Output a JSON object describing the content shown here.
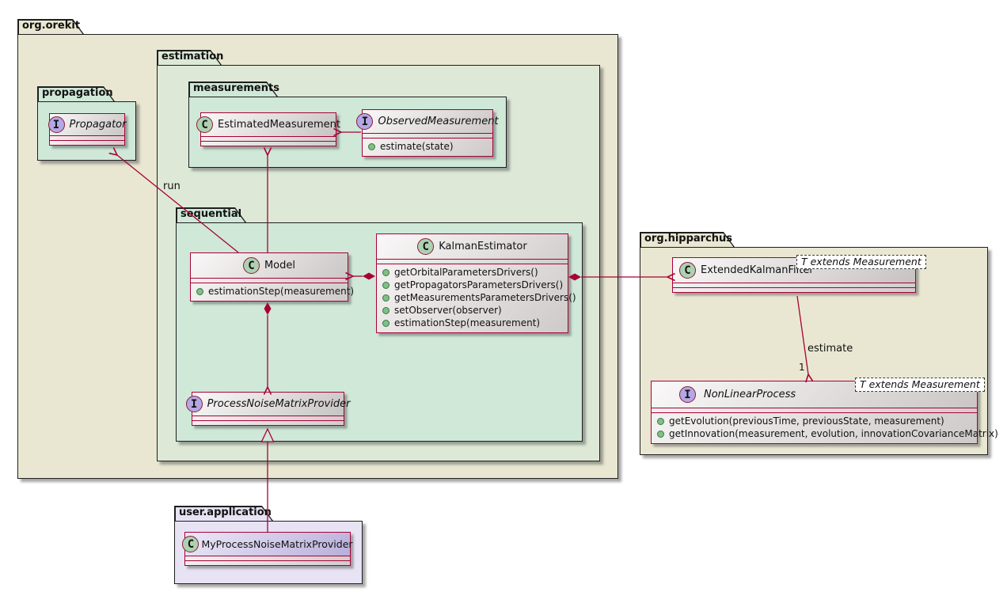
{
  "diagram_type": "uml-class-diagram",
  "colors": {
    "accent_border": "#A80036",
    "package_outer_fill": "#e9e7d1",
    "package_estimation_fill": "#dde9d6",
    "package_inner_fill": "#cfe8d8",
    "package_user_fill": "#e7e2f4",
    "class_icon_fill": "#ADD1B2",
    "interface_icon_fill": "#B4A7E5",
    "method_dot_fill": "#84BE84"
  },
  "packages": {
    "orekit": {
      "label": "org.orekit"
    },
    "propagation": {
      "label": "propagation"
    },
    "estimation": {
      "label": "estimation"
    },
    "measurements": {
      "label": "measurements"
    },
    "sequential": {
      "label": "sequential"
    },
    "hipparchus": {
      "label": "org.hipparchus"
    },
    "user_application": {
      "label": "user.application"
    }
  },
  "classes": {
    "propagator": {
      "kind": "I",
      "name": "Propagator"
    },
    "estimated_measurement": {
      "kind": "C",
      "name": "EstimatedMeasurement"
    },
    "observed_measurement": {
      "kind": "I",
      "name": "ObservedMeasurement",
      "methods": [
        "estimate(state)"
      ]
    },
    "model": {
      "kind": "C",
      "name": "Model",
      "methods": [
        "estimationStep(measurement)"
      ]
    },
    "kalman_estimator": {
      "kind": "C",
      "name": "KalmanEstimator",
      "methods": [
        "getOrbitalParametersDrivers()",
        "getPropagatorsParametersDrivers()",
        "getMeasurementsParametersDrivers()",
        "setObserver(observer)",
        "estimationStep(measurement)"
      ]
    },
    "process_noise_matrix_provider": {
      "kind": "I",
      "name": "ProcessNoiseMatrixProvider"
    },
    "extended_kalman_filter": {
      "kind": "C",
      "name": "ExtendedKalmanFilter",
      "generic": "T extends Measurement"
    },
    "non_linear_process": {
      "kind": "I",
      "name": "NonLinearProcess",
      "generic": "T extends Measurement",
      "methods": [
        "getEvolution(previousTime, previousState, measurement)",
        "getInnovation(measurement, evolution, innovationCovarianceMatrix)"
      ]
    },
    "my_process_noise_matrix_provider": {
      "kind": "C",
      "name": "MyProcessNoiseMatrixProvider"
    }
  },
  "edges": {
    "run_label": "run",
    "estimate_label": "estimate",
    "estimate_multiplicity": "1"
  }
}
